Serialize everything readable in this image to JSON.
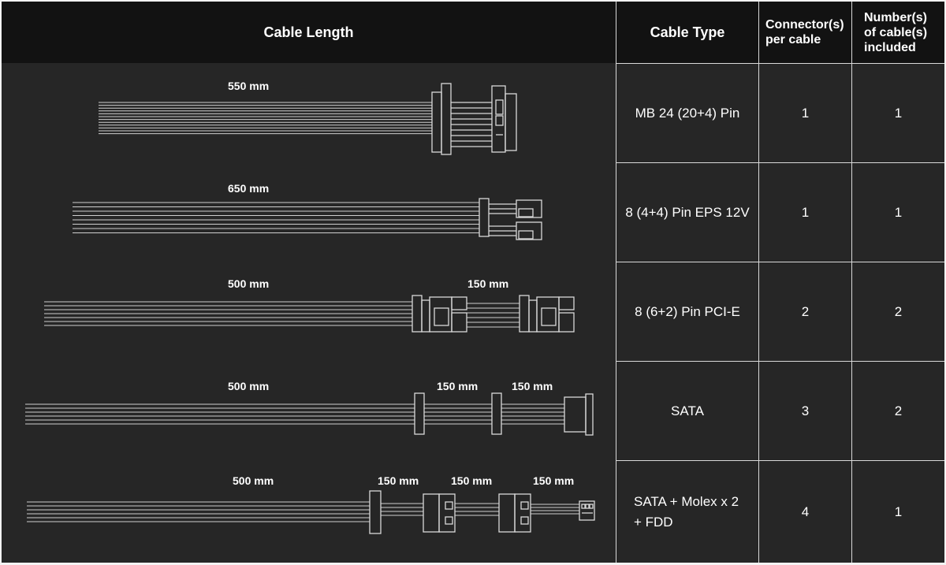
{
  "header": {
    "cable_length": "Cable Length",
    "cable_type": "Cable Type",
    "connectors_line1": "Connector(s)",
    "connectors_line2": "per cable",
    "count_line1": "Number(s)",
    "count_line2": "of cable(s)",
    "count_line3": "included"
  },
  "rows": [
    {
      "type": "MB 24 (20+4) Pin",
      "connectors": "1",
      "count": "1",
      "lengths": [
        "550 mm"
      ]
    },
    {
      "type": "8 (4+4) Pin EPS 12V",
      "connectors": "1",
      "count": "1",
      "lengths": [
        "650 mm"
      ]
    },
    {
      "type": "8 (6+2) Pin PCI-E",
      "connectors": "2",
      "count": "2",
      "lengths": [
        "500 mm",
        "150 mm"
      ]
    },
    {
      "type": "SATA",
      "connectors": "3",
      "count": "2",
      "lengths": [
        "500 mm",
        "150 mm",
        "150 mm"
      ]
    },
    {
      "type_line1": "SATA + Molex x 2",
      "type_line2": "+ FDD",
      "connectors": "4",
      "count": "1",
      "lengths": [
        "500 mm",
        "150 mm",
        "150 mm",
        "150 mm"
      ]
    }
  ],
  "colors": {
    "background": "#262626",
    "header": "#121212",
    "lines": "#d9d9d9",
    "text": "#ffffff"
  },
  "icons": [
    "atx-24pin-connector-icon",
    "eps-8pin-connector-icon",
    "pcie-8pin-connector-icon",
    "sata-connector-icon",
    "molex-connector-icon",
    "fdd-connector-icon"
  ]
}
